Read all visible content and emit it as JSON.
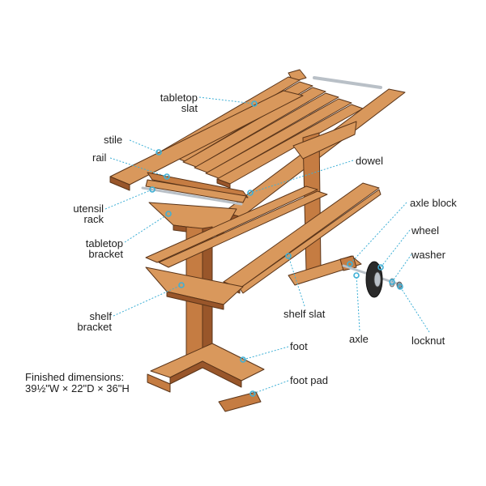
{
  "diagram": {
    "colors": {
      "wood_light": "#d9985c",
      "wood_mid": "#c57c42",
      "wood_dark": "#99562a",
      "outline": "#5a3418",
      "metal": "#b9c0c7",
      "leader": "#3fb0d6",
      "text": "#1d1d1d"
    },
    "labels": {
      "tabletop_slat": [
        "tabletop",
        "slat"
      ],
      "stile": "stile",
      "rail": "rail",
      "dowel": "dowel",
      "utensil_rack": [
        "utensil",
        "rack"
      ],
      "tabletop_bracket": [
        "tabletop",
        "bracket"
      ],
      "axle_block": "axle block",
      "wheel": "wheel",
      "washer": "washer",
      "shelf_slat": "shelf slat",
      "shelf_bracket": [
        "shelf",
        "bracket"
      ],
      "axle": "axle",
      "locknut": "locknut",
      "foot": "foot",
      "foot_pad": "foot pad"
    },
    "dimensions": [
      "Finished dimensions:",
      "39½\"W × 22\"D × 36\"H"
    ]
  }
}
